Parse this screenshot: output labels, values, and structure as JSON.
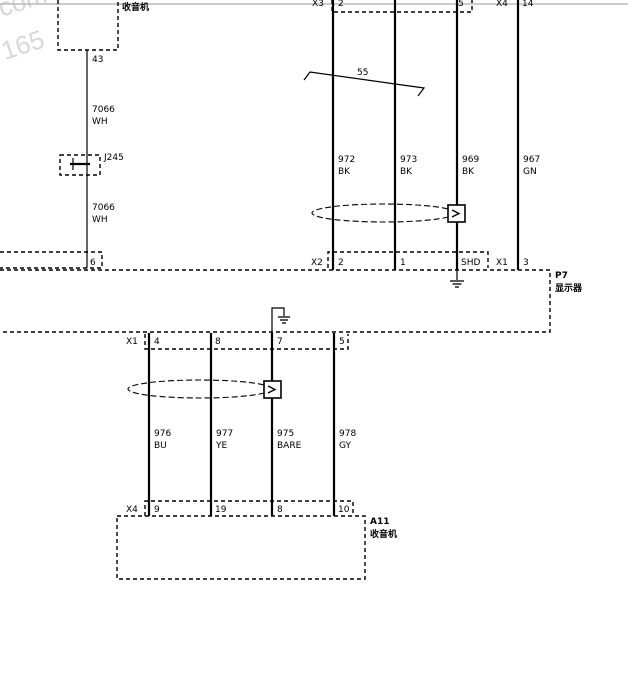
{
  "watermark": {
    "line1": "com",
    "line2": "165"
  },
  "top_label": "收音机",
  "bundle_label": "55",
  "top_connectors": {
    "x3": "X3",
    "x4": "X4"
  },
  "top_pins": {
    "p2": "2",
    "p5": "5",
    "p14": "14"
  },
  "left_wire": {
    "pin_top": "43",
    "upper": {
      "circuit": "7066",
      "color": "WH"
    },
    "splice": "J245",
    "lower": {
      "circuit": "7066",
      "color": "WH"
    },
    "pin_bottom": "6"
  },
  "upper_wires": [
    {
      "circuit": "972",
      "color": "BK"
    },
    {
      "circuit": "973",
      "color": "BK"
    },
    {
      "circuit": "969",
      "color": "BK"
    },
    {
      "circuit": "967",
      "color": "GN"
    }
  ],
  "p7_connectors": {
    "x2": "X2",
    "x2_pins": [
      "2",
      "1",
      "SHD"
    ],
    "x1": "X1",
    "x1_pin": "3"
  },
  "p7": {
    "ref": "P7",
    "name": "显示器"
  },
  "lower_connector_x1": {
    "label": "X1",
    "pins": [
      "4",
      "8",
      "7",
      "5"
    ]
  },
  "lower_wires": [
    {
      "circuit": "976",
      "color": "BU"
    },
    {
      "circuit": "977",
      "color": "YE"
    },
    {
      "circuit": "975",
      "color": "BARE"
    },
    {
      "circuit": "978",
      "color": "GY"
    }
  ],
  "a11_connector": {
    "label": "X4",
    "pins": [
      "9",
      "19",
      "8",
      "10"
    ]
  },
  "a11": {
    "ref": "A11",
    "name": "收音机"
  }
}
